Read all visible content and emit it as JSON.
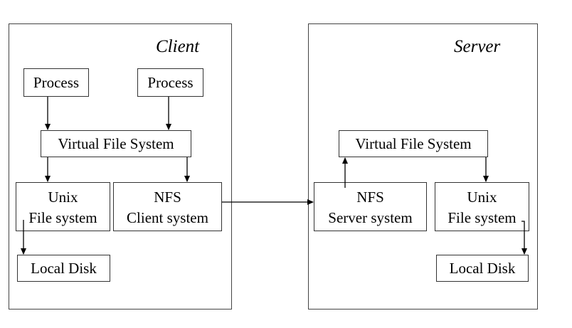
{
  "client": {
    "title": "Client",
    "process_left": "Process",
    "process_right": "Process",
    "vfs": "Virtual File System",
    "unix_fs_line1": "Unix",
    "unix_fs_line2": "File system",
    "nfs_client_line1": "NFS",
    "nfs_client_line2": "Client system",
    "local_disk": "Local Disk"
  },
  "server": {
    "title": "Server",
    "vfs": "Virtual File System",
    "nfs_server_line1": "NFS",
    "nfs_server_line2": "Server system",
    "unix_fs_line1": "Unix",
    "unix_fs_line2": "File system",
    "local_disk": "Local Disk"
  }
}
